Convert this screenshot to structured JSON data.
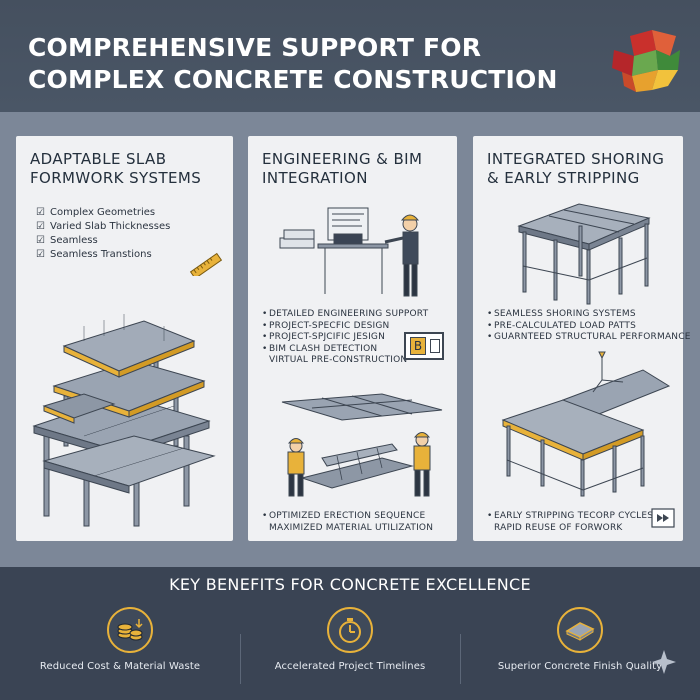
{
  "header": {
    "title_line1": "COMPREHENSIVE SUPPORT FOR",
    "title_line2": "COMPLEX CONCRETE CONSTRUCTION",
    "logo_icon": "geometric-cube-logo"
  },
  "panels": [
    {
      "title_line1": "ADAPTABLE SLAB",
      "title_line2": "FORMWORK SYSTEMS",
      "items": [
        "Complex Geometries",
        "Varied Slab Thicknesses",
        "Seamless",
        "Seamless Transtions"
      ],
      "icons": [
        "ruler-icon",
        "multi-level-slab-illustration"
      ]
    },
    {
      "title_line1": "ENGINEERING & BIM",
      "title_line2": "INTEGRATION",
      "items_top": [
        "DETAILED ENGINEERING SUPPORT",
        "PROJECT-SPECFIC DESIGN",
        "PROJECT-SPJCIFIC JESIGN",
        "BIM CLASH DETECTION",
        "VIRTUAL PRE-CONSTRUCTION"
      ],
      "items_bottom": [
        "OPTIMIZED ERECTION SEQUENCE",
        "MAXIMIZED MATERIAL UTILIZATION"
      ],
      "badge": "B"
    },
    {
      "title_line1": "INTEGRATED SHORING",
      "title_line2": "& EARLY STRIPPING",
      "items_top": [
        "SEAMLESS SHORING SYSTEMS",
        "PRE-CALCULATED LOAD PATTS",
        "GUARNTEED STRUCTURAL PERFORMANCE"
      ],
      "items_bottom": [
        "EARLY STRIPPING TECORP CYCLES",
        "RAPID REUSE OF FORWORK"
      ]
    }
  ],
  "benefits": {
    "title": "KEY BENEFITS FOR CONCRETE EXCELLENCE",
    "items": [
      {
        "label": "Reduced Cost & Material Waste",
        "icon": "coins-icon"
      },
      {
        "label": "Accelerated Project Timelines",
        "icon": "stopwatch-icon"
      },
      {
        "label": "Superior Concrete Finish Quality",
        "icon": "slab-finish-icon"
      }
    ]
  },
  "colors": {
    "accent": "#e8b23a",
    "dark": "#3a4454",
    "panel": "#f0f1f3",
    "ink": "#2b3440"
  }
}
